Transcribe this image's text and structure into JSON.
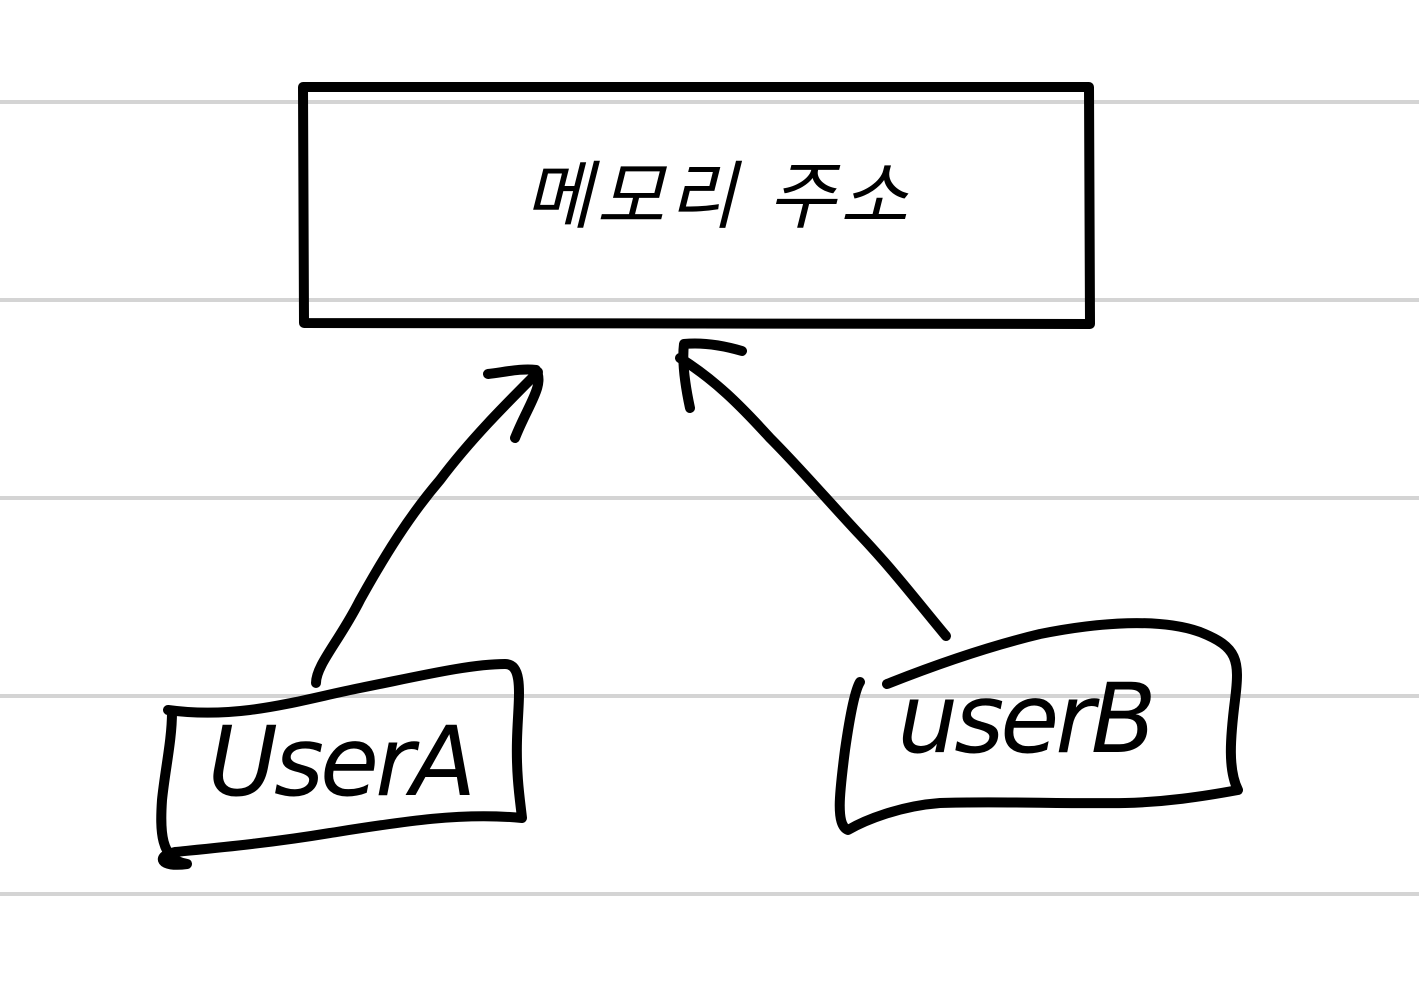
{
  "colors": {
    "ink": "#000000",
    "ruled_line": "#d4d4d4",
    "paper": "#ffffff"
  },
  "diagram": {
    "top_box_label": "메모리 주소",
    "user_a_label": "UserA",
    "user_b_label": "userB"
  }
}
